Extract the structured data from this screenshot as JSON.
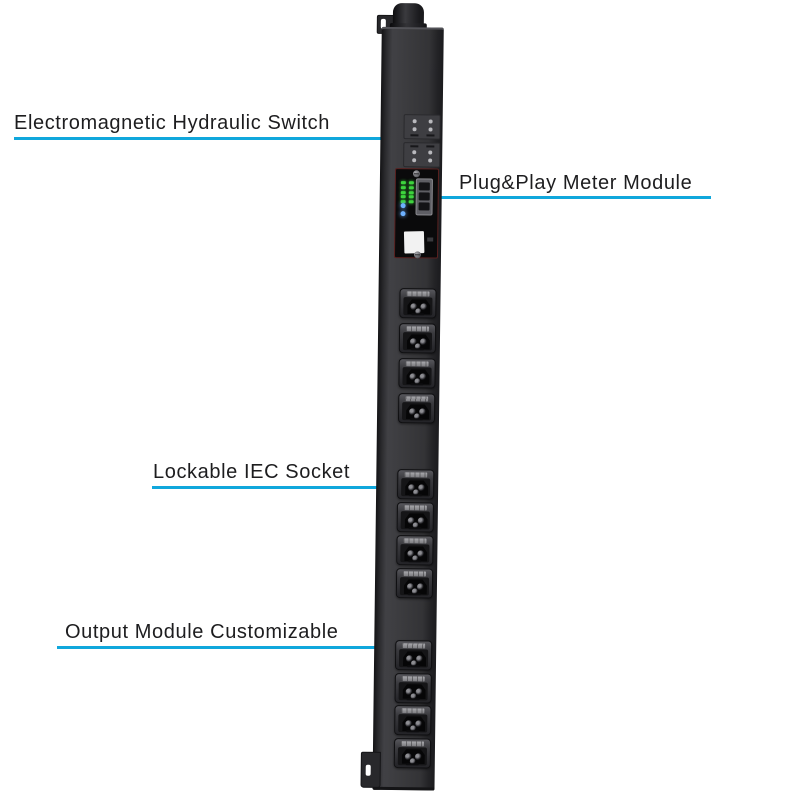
{
  "page": {
    "background": "#ffffff"
  },
  "colors": {
    "accent": "#10a7dc",
    "pdu_body": "#3a3a3d",
    "led_green": "#3ed43e",
    "led_blue": "#6db1ff"
  },
  "annotations": [
    {
      "id": "hydraulic-switch",
      "label": "Electromagnetic Hydraulic Switch"
    },
    {
      "id": "meter-module",
      "label": "Plug&Play Meter Module"
    },
    {
      "id": "iec-socket",
      "label": "Lockable IEC Socket"
    },
    {
      "id": "output-module",
      "label": "Output Module Customizable"
    }
  ],
  "pdu": {
    "type": "vertical rack PDU",
    "socket_total": 12,
    "socket_groups": [
      4,
      4,
      4
    ],
    "breaker_modules": 2,
    "meter": {
      "led_rows": 5,
      "led_cols": 2,
      "ports": 3,
      "indicator_leds": 2
    }
  }
}
